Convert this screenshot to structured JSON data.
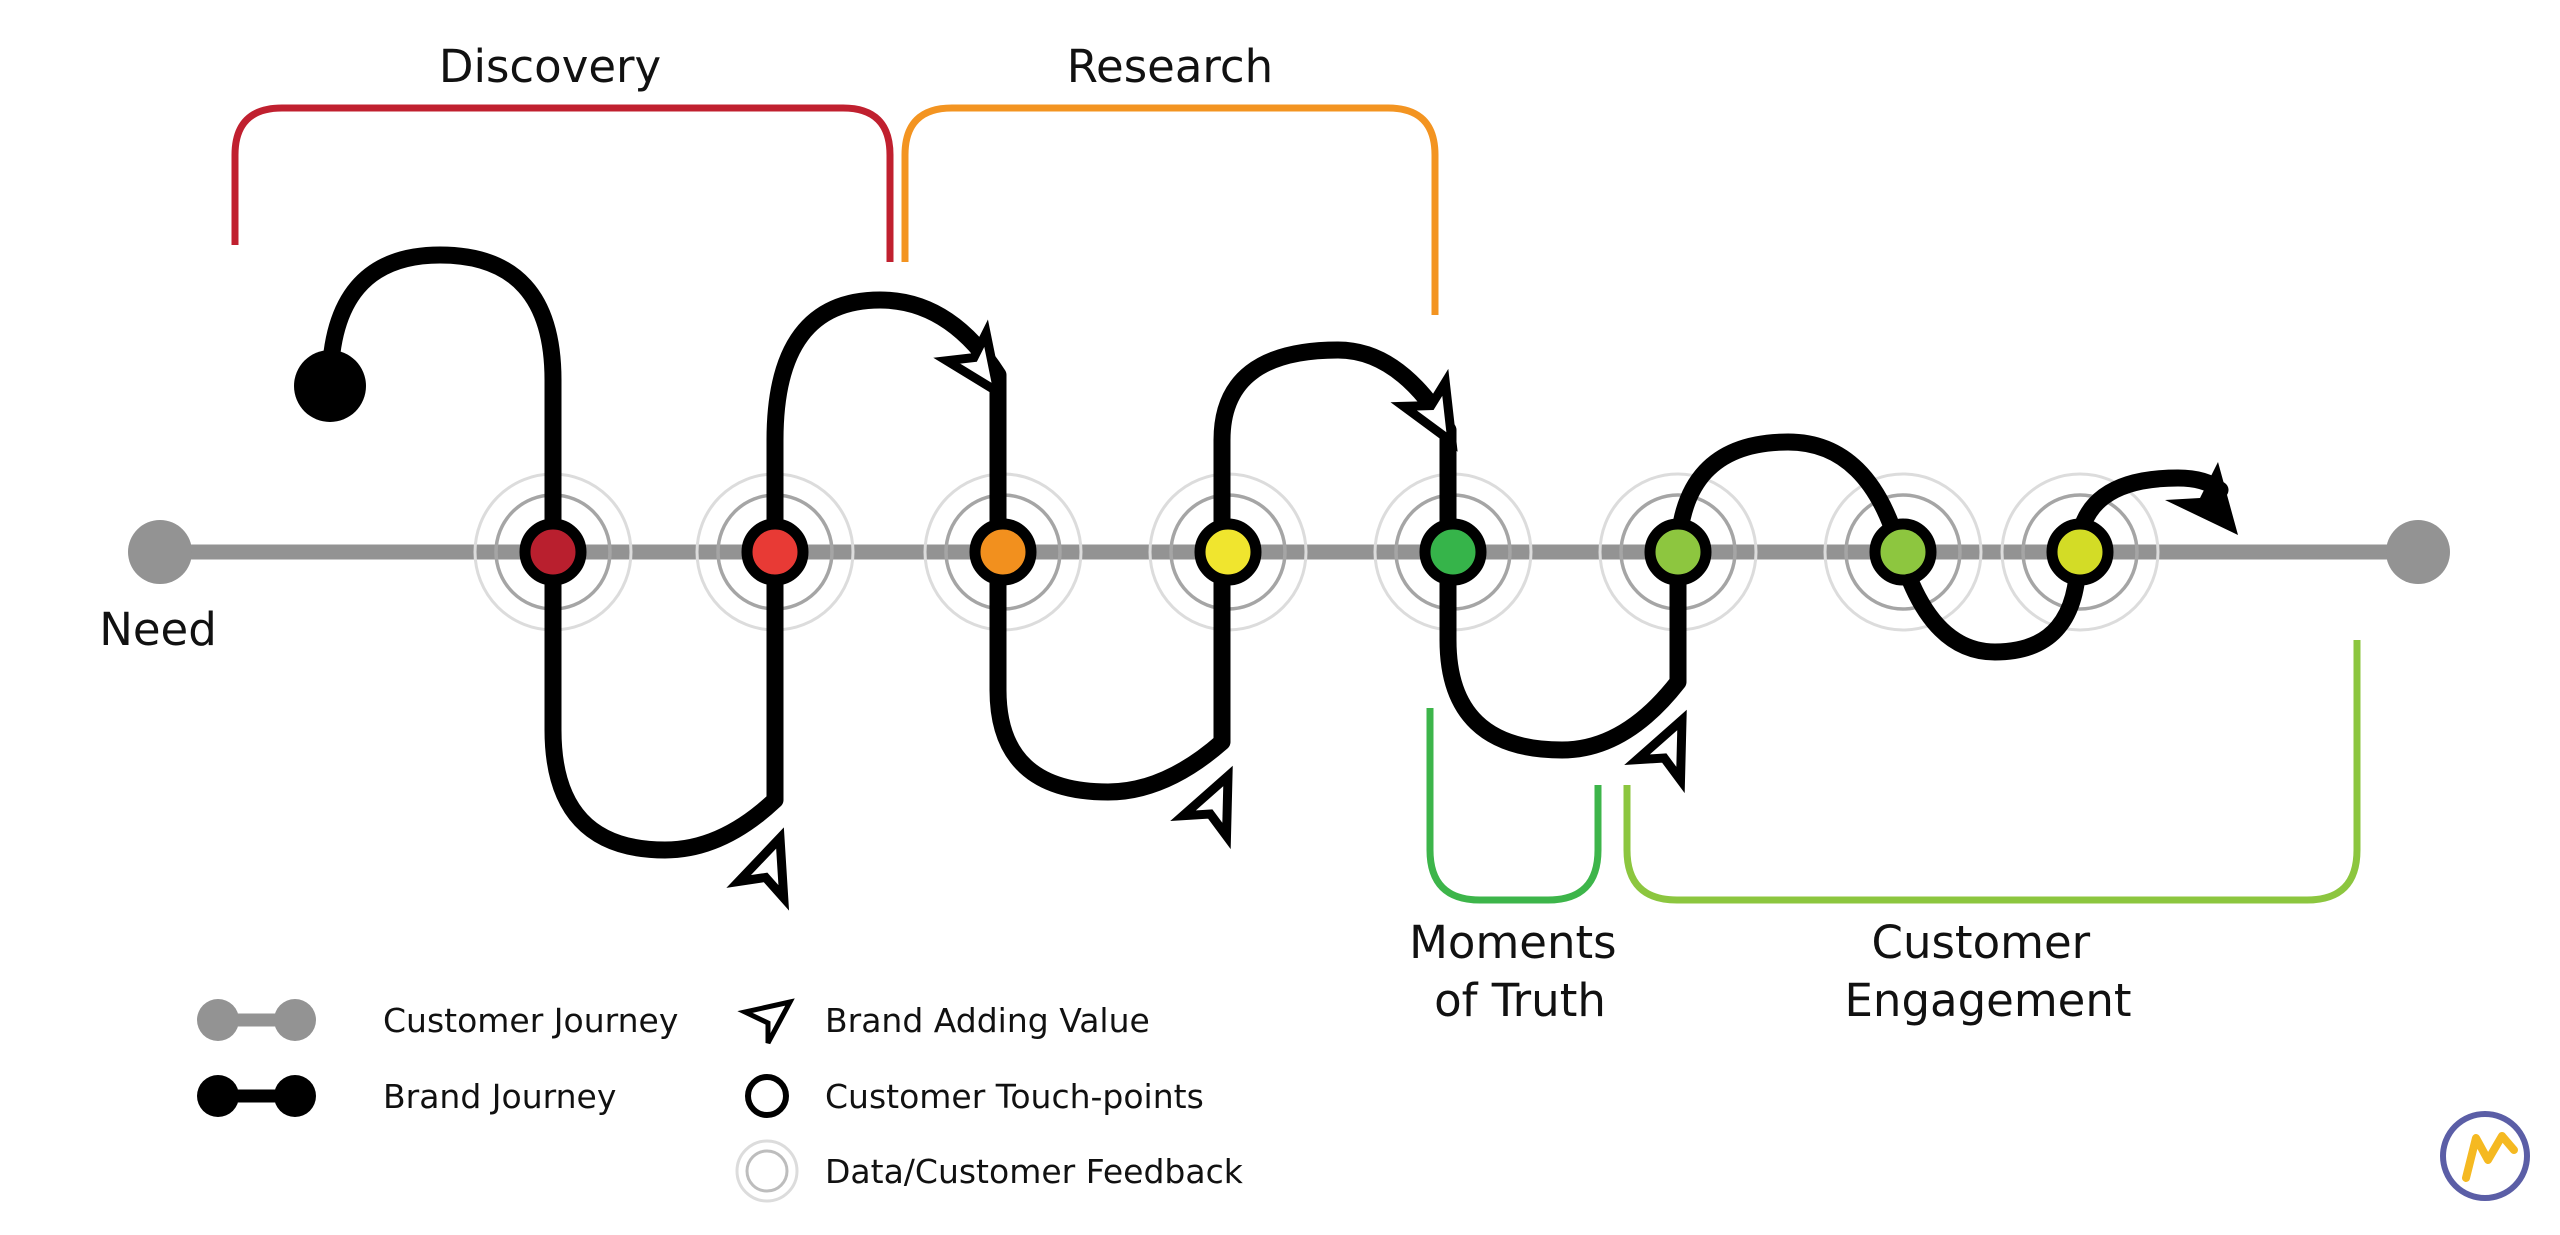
{
  "phases": {
    "discovery": "Discovery",
    "research": "Research",
    "moments_of_truth": [
      "Moments",
      "of Truth"
    ],
    "customer_engagement": [
      "Customer",
      "Engagement"
    ]
  },
  "need_label": "Need",
  "touchpoint_colors": [
    "#b91f2e",
    "#e83a35",
    "#f2901e",
    "#f0e52e",
    "#36b44a",
    "#8dc63f",
    "#8dc63f",
    "#d3dc26"
  ],
  "phase_colors": {
    "discovery": "#c0202f",
    "research": "#f39421",
    "moments_of_truth": "#3db54a",
    "customer_engagement": "#8cc63f"
  },
  "legend": {
    "customer_journey": "Customer Journey",
    "brand_journey": "Brand Journey",
    "brand_adding_value": "Brand Adding Value",
    "customer_touchpoints": "Customer Touch-points",
    "data_feedback": "Data/Customer Feedback"
  },
  "logo": {
    "icon": "marketo-logo-icon",
    "ring_color": "#5b5ea6",
    "mark_color": "#f5b921"
  }
}
